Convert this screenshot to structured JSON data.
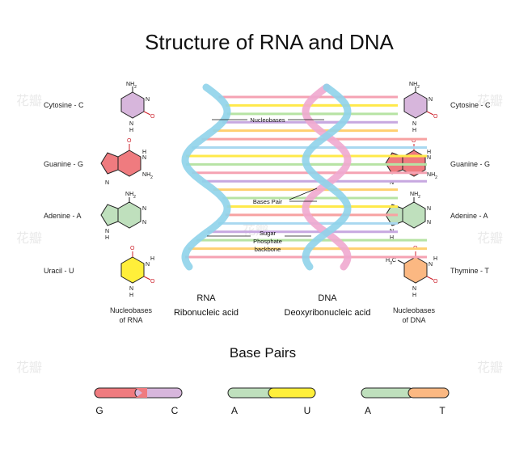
{
  "title": "Structure of RNA and DNA",
  "rna_bases": [
    {
      "label": "Cytosine - C",
      "color": "#d7b6dc"
    },
    {
      "label": "Guanine - G",
      "color": "#ef7b7f"
    },
    {
      "label": "Adenine - A",
      "color": "#bfe0bd"
    },
    {
      "label": "Uracil - U",
      "color": "#ffef3a"
    }
  ],
  "dna_bases": [
    {
      "label": "Cytosine - C",
      "color": "#d7b6dc"
    },
    {
      "label": "Guanine - G",
      "color": "#ef7b7f"
    },
    {
      "label": "Adenine - A",
      "color": "#bfe0bd"
    },
    {
      "label": "Thymine - T",
      "color": "#fbb882"
    }
  ],
  "atoms": {
    "nh2": "NH2",
    "n": "N",
    "h": "H",
    "o": "O",
    "h3c": "H3C"
  },
  "rna_caption": {
    "line1": "Nucleobases",
    "line2": "of RNA"
  },
  "dna_caption": {
    "line1": "Nucleobases",
    "line2": "of DNA"
  },
  "rna_helix": {
    "name": "RNA",
    "full": "Ribonucleic acid"
  },
  "dna_helix": {
    "name": "DNA",
    "full": "Deoxyribonucleic acid"
  },
  "callouts": {
    "nucleobases": "Nucleobases",
    "bases_pair": "Bases Pair",
    "backbone_1": "Sugar",
    "backbone_2": "Phosphate",
    "backbone_3": "backbone"
  },
  "base_pairs_title": "Base Pairs",
  "pairs": [
    {
      "left": "G",
      "right": "C",
      "left_color": "#ef7b7f",
      "right_color": "#d7b6dc"
    },
    {
      "left": "A",
      "right": "U",
      "left_color": "#bfe0bd",
      "right_color": "#ffef3a"
    },
    {
      "left": "A",
      "right": "T",
      "left_color": "#bfe0bd",
      "right_color": "#fbb882"
    }
  ],
  "colors": {
    "rna_strand": "#8fd3ea",
    "dna_strand_a": "#8fd3ea",
    "dna_strand_b": "#f0a8cf",
    "outline": "#222222",
    "oxygen": "#cc1f2a",
    "nitrogen": "#2b3fb0"
  },
  "watermark": "花瓣"
}
